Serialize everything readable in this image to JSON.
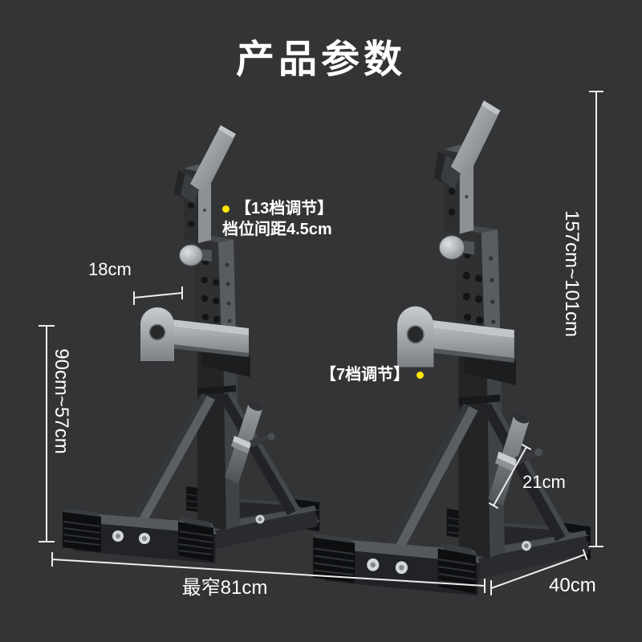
{
  "page": {
    "title": "产品参数",
    "background_color": "#333436",
    "text_color": "#ffffff",
    "line_color": "#ededed",
    "accent_dot_color": "#ffe600"
  },
  "annotations": {
    "adjust_13": {
      "label": "【13档调节】",
      "detail": "档位间距4.5cm"
    },
    "adjust_7": {
      "label": "【7档调节】"
    }
  },
  "dimensions": {
    "hook_offset": {
      "label": "18cm"
    },
    "rack_arm_height_range": {
      "label": "90cm~57cm"
    },
    "overall_height_range": {
      "label": "157cm~101cm"
    },
    "plate_post_length": {
      "label": "21cm"
    },
    "base_min_width": {
      "label": "最窄81cm"
    },
    "base_depth": {
      "label": "40cm"
    }
  }
}
